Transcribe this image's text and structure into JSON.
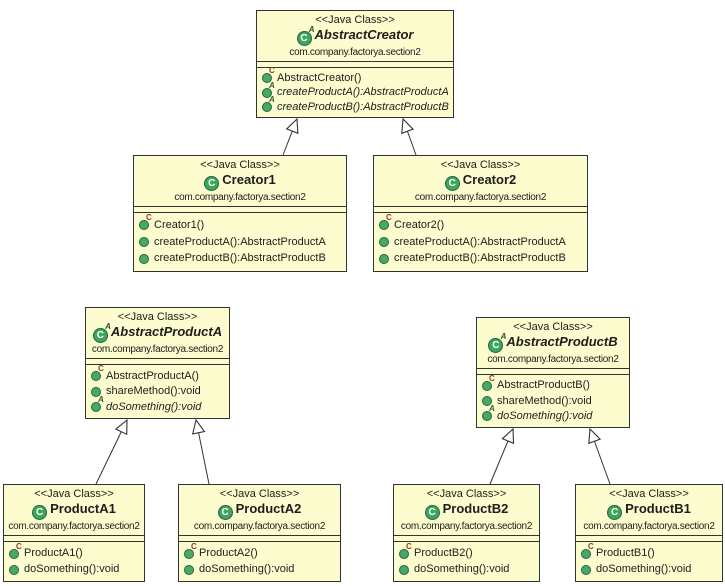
{
  "colors": {
    "class_fill": "#FCFCCE",
    "class_border": "#333333",
    "icon_green": "#3FA45E",
    "constructor_mark": "#8D3A2E",
    "abstract_mark": "#2F5F33",
    "background": "#FFFFFF"
  },
  "classes": [
    {
      "stereotype": "<<Java Class>>",
      "name": "AbstractCreator",
      "package": "com.company.factorya.section2",
      "abstract": true,
      "methods": [
        {
          "kind": "constructor",
          "text": "AbstractCreator()"
        },
        {
          "kind": "abstract-method",
          "text": "createProductA():AbstractProductA"
        },
        {
          "kind": "abstract-method",
          "text": "createProductB():AbstractProductB"
        }
      ]
    },
    {
      "stereotype": "<<Java Class>>",
      "name": "Creator1",
      "package": "com.company.factorya.section2",
      "abstract": false,
      "methods": [
        {
          "kind": "constructor",
          "text": "Creator1()"
        },
        {
          "kind": "public-method",
          "text": "createProductA():AbstractProductA"
        },
        {
          "kind": "public-method",
          "text": "createProductB():AbstractProductB"
        }
      ]
    },
    {
      "stereotype": "<<Java Class>>",
      "name": "Creator2",
      "package": "com.company.factorya.section2",
      "abstract": false,
      "methods": [
        {
          "kind": "constructor",
          "text": "Creator2()"
        },
        {
          "kind": "public-method",
          "text": "createProductA():AbstractProductA"
        },
        {
          "kind": "public-method",
          "text": "createProductB():AbstractProductB"
        }
      ]
    },
    {
      "stereotype": "<<Java Class>>",
      "name": "AbstractProductA",
      "package": "com.company.factorya.section2",
      "abstract": true,
      "methods": [
        {
          "kind": "constructor",
          "text": "AbstractProductA()"
        },
        {
          "kind": "public-method",
          "text": "shareMethod():void"
        },
        {
          "kind": "abstract-method",
          "text": "doSomething():void"
        }
      ]
    },
    {
      "stereotype": "<<Java Class>>",
      "name": "AbstractProductB",
      "package": "com.company.factorya.section2",
      "abstract": true,
      "methods": [
        {
          "kind": "constructor",
          "text": "AbstractProductB()"
        },
        {
          "kind": "public-method",
          "text": "shareMethod():void"
        },
        {
          "kind": "abstract-method",
          "text": "doSomething():void"
        }
      ]
    },
    {
      "stereotype": "<<Java Class>>",
      "name": "ProductA1",
      "package": "com.company.factorya.section2",
      "abstract": false,
      "methods": [
        {
          "kind": "constructor",
          "text": "ProductA1()"
        },
        {
          "kind": "public-method",
          "text": "doSomething():void"
        }
      ]
    },
    {
      "stereotype": "<<Java Class>>",
      "name": "ProductA2",
      "package": "com.company.factorya.section2",
      "abstract": false,
      "methods": [
        {
          "kind": "constructor",
          "text": "ProductA2()"
        },
        {
          "kind": "public-method",
          "text": "doSomething():void"
        }
      ]
    },
    {
      "stereotype": "<<Java Class>>",
      "name": "ProductB2",
      "package": "com.company.factorya.section2",
      "abstract": false,
      "methods": [
        {
          "kind": "constructor",
          "text": "ProductB2()"
        },
        {
          "kind": "public-method",
          "text": "doSomething():void"
        }
      ]
    },
    {
      "stereotype": "<<Java Class>>",
      "name": "ProductB1",
      "package": "com.company.factorya.section2",
      "abstract": false,
      "methods": [
        {
          "kind": "constructor",
          "text": "ProductB1()"
        },
        {
          "kind": "public-method",
          "text": "doSomething():void"
        }
      ]
    }
  ],
  "relationships": [
    {
      "type": "inheritance",
      "from": "Creator1",
      "to": "AbstractCreator"
    },
    {
      "type": "inheritance",
      "from": "Creator2",
      "to": "AbstractCreator"
    },
    {
      "type": "inheritance",
      "from": "ProductA1",
      "to": "AbstractProductA"
    },
    {
      "type": "inheritance",
      "from": "ProductA2",
      "to": "AbstractProductA"
    },
    {
      "type": "inheritance",
      "from": "ProductB2",
      "to": "AbstractProductB"
    },
    {
      "type": "inheritance",
      "from": "ProductB1",
      "to": "AbstractProductB"
    }
  ]
}
